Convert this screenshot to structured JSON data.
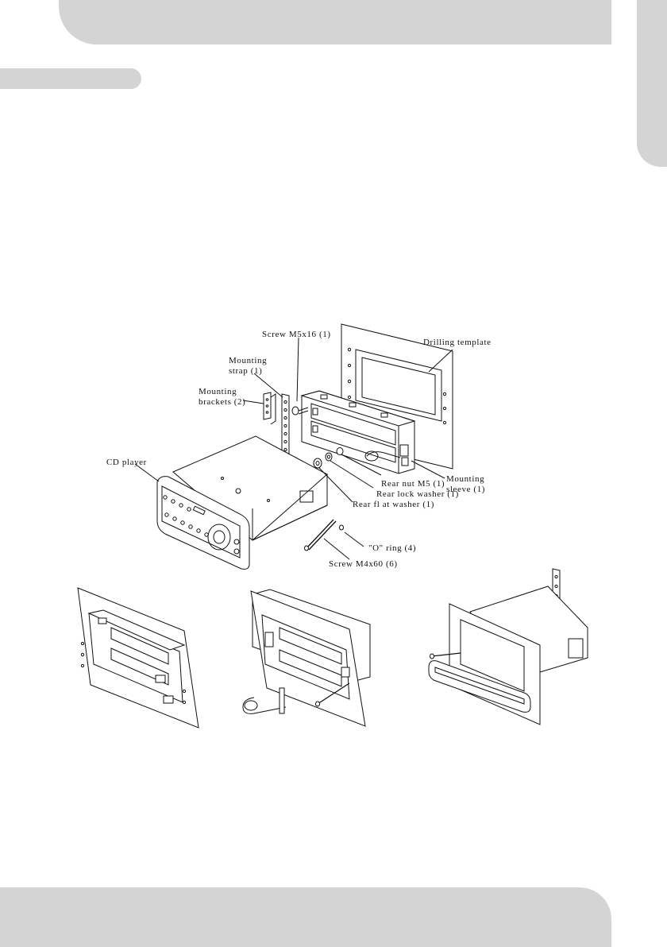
{
  "labels": {
    "screw_top": "Screw M5x16 (1)",
    "drilling_template": "Drilling template",
    "mounting_strap_1": "Mounting",
    "mounting_strap_2": "strap (1)",
    "mounting_brackets_1": "Mounting",
    "mounting_brackets_2": "brackets (2)",
    "cd_player": "CD player",
    "rear_nut": "Rear nut M5 (1)",
    "rear_lock_washer": "Rear lock washer (1)",
    "rear_flat_washer": "Rear fl at washer (1)",
    "mounting_sleeve_1": "Mounting",
    "mounting_sleeve_2": "sleeve (1)",
    "o_ring": "\"O\" ring (4)",
    "screw_bottom": "Screw M4x60 (6)"
  },
  "colors": {
    "band": "#d4d4d4",
    "ink": "#111111",
    "paper": "#ffffff"
  }
}
